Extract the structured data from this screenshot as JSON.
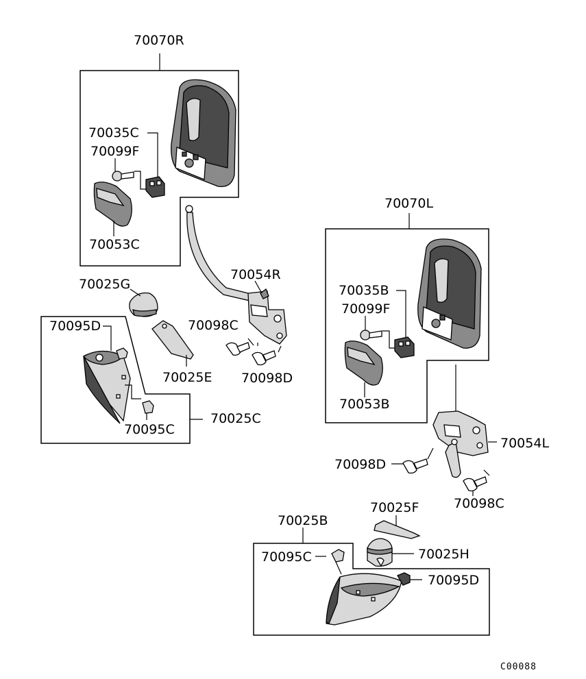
{
  "labels": {
    "p70070R": "70070R",
    "p70035C": "70035C",
    "p70099F_r": "70099F",
    "p70053C": "70053C",
    "p70054R": "70054R",
    "p70025G": "70025G",
    "p70095D_l": "70095D",
    "p70098C_l": "70098C",
    "p70025E": "70025E",
    "p70098D_l": "70098D",
    "p70095C_l": "70095C",
    "p70025C": "70025C",
    "p70070L": "70070L",
    "p70035B": "70035B",
    "p70099F_l": "70099F",
    "p70053B": "70053B",
    "p70054L": "70054L",
    "p70098D_r": "70098D",
    "p70098C_r": "70098C",
    "p70025B": "70025B",
    "p70025F": "70025F",
    "p70095C_r": "70095C",
    "p70025H": "70025H",
    "p70095D_r": "70095D"
  },
  "diagram_code": "C00088"
}
